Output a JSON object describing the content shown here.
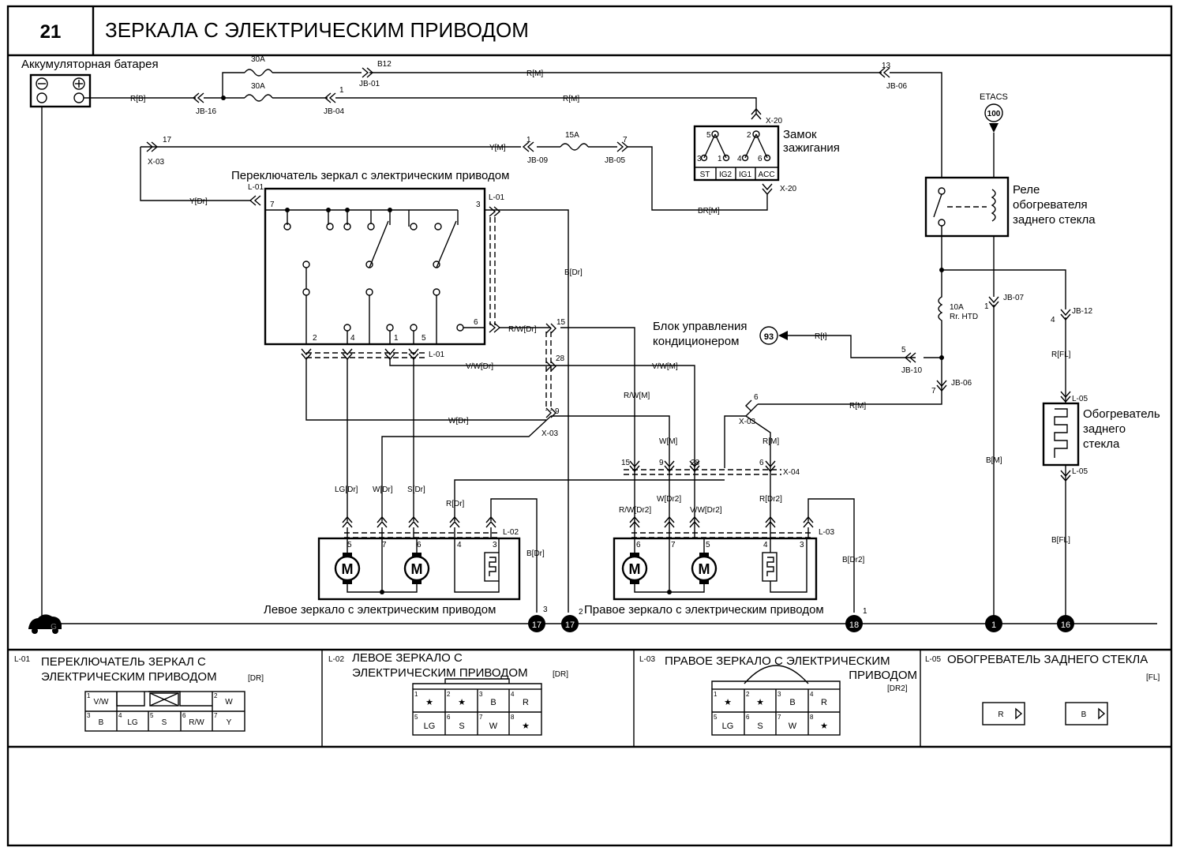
{
  "header": {
    "number": "21",
    "title": "ЗЕРКАЛА С ЭЛЕКТРИЧЕСКИМ ПРИВОДОМ"
  },
  "labels": {
    "battery": "Аккумуляторная батарея",
    "ignition_1": "Замок",
    "ignition_2": "зажигания",
    "mirror_switch": "Переключатель зеркал с электрическим приводом",
    "relay_1": "Реле",
    "relay_2": "обогревателя",
    "relay_3": "заднего стекла",
    "ac_1": "Блок управления",
    "ac_2": "кондиционером",
    "heater_1": "Обогреватель",
    "heater_2": "заднего",
    "heater_3": "стекла",
    "left_mirror": "Левое зеркало с электрическим приводом",
    "right_mirror": "Правое зеркало с электрическим приводом",
    "etacs": "ETACS",
    "motor": "M"
  },
  "fuses": {
    "f1": "30A",
    "f2": "30A",
    "f3": "15A",
    "f4_a": "10A",
    "f4_b": "Rr. HTD"
  },
  "ignition_terms": [
    "ST",
    "IG2",
    "IG1",
    "ACC"
  ],
  "ignition_pins": [
    "5",
    "2",
    "3",
    "1",
    "4",
    "6"
  ],
  "wires": {
    "rb": "R[B]",
    "rm1": "R[M]",
    "rm2": "R[M]",
    "rm3": "R[M]",
    "rm4": "R[M]",
    "ym": "Y[M]",
    "ydr": "Y[Dr]",
    "brm": "BR[M]",
    "bdr1": "B[Dr]",
    "rwdr": "R/W[Dr]",
    "vwdr": "V/W[Dr]",
    "vwm": "V/W[M]",
    "wdr": "W[Dr]",
    "rwm": "R/W[M]",
    "wm": "W[M]",
    "ri": "R[I]",
    "lgdr": "LG[Dr]",
    "wdr2": "W[Dr]",
    "sdr": "S[Dr]",
    "rdr": "R[Dr]",
    "bdr2": "B[Dr]",
    "rwdr2": "R/W[Dr2]",
    "wdr2b": "W[Dr2]",
    "vwdr2": "V/W[Dr2]",
    "rdr2": "R[Dr2]",
    "bdr2b": "B[Dr2]",
    "rfl": "R[FL]",
    "bfl": "B[FL]",
    "bm": "B[M]"
  },
  "connectors": {
    "jb16": "JB-16",
    "jb04": "JB-04",
    "jb01": "JB-01",
    "jb06": "JB-06",
    "jb06b": "JB-06",
    "jb09": "JB-09",
    "jb05": "JB-05",
    "jb07": "JB-07",
    "jb12": "JB-12",
    "jb10": "JB-10",
    "x20a": "X-20",
    "x20b": "X-20",
    "x03a": "X-03",
    "x03b": "X-03",
    "x03c": "X-03",
    "x04": "X-04",
    "l01a": "L-01",
    "l01b": "L-01",
    "l01c": "L-01",
    "l02": "L-02",
    "l03": "L-03",
    "l05a": "L-05",
    "l05b": "L-05",
    "b12": "B12"
  },
  "pins": {
    "p1": "1",
    "p13": "13",
    "p17": "17",
    "p1b": "1",
    "p7": "7",
    "p7b": "7",
    "p3": "3",
    "p6": "6",
    "p2": "2",
    "p4": "4",
    "p1c": "1",
    "p5": "5",
    "p15": "15",
    "p28": "28",
    "p9": "9",
    "p15b": "15",
    "p9b": "9",
    "p28b": "28",
    "p6b": "6",
    "p6c": "6",
    "l5": "5",
    "l7": "7",
    "l6": "6",
    "l4": "4",
    "l3": "3",
    "r6": "6",
    "r7": "7",
    "r5": "5",
    "r4": "4",
    "r3": "3",
    "g3": "3",
    "g2": "2",
    "g1": "1",
    "jb07p": "1",
    "jb12p": "4",
    "jb10p": "5",
    "jb06p": "7"
  },
  "grounds": {
    "g": "G",
    "g17a": "17",
    "g17b": "17",
    "g18": "18",
    "g1": "1",
    "g16": "16"
  },
  "badges": {
    "etacs_num": "100",
    "ac_num": "93"
  },
  "legend": {
    "l01_code": "L-01",
    "l01_title_1": "ПЕРЕКЛЮЧАТЕЛЬ ЗЕРКАЛ С",
    "l01_title_2": "ЭЛЕКТРИЧЕСКИМ ПРИВОДОМ",
    "l01_tag": "[DR]",
    "l02_code": "L-02",
    "l02_title_1": "ЛЕВОЕ ЗЕРКАЛО С",
    "l02_title_2": "ЭЛЕКТРИЧЕСКИМ ПРИВОДОМ",
    "l02_tag": "[DR]",
    "l03_code": "L-03",
    "l03_title_1": "ПРАВОЕ ЗЕРКАЛО С ЭЛЕКТРИЧЕСКИМ",
    "l03_title_2": "ПРИВОДОМ",
    "l03_tag": "[DR2]",
    "l05_code": "L-05",
    "l05_title": "ОБОГРЕВАТЕЛЬ ЗАДНЕГО СТЕКЛА",
    "l05_tag": "[FL]",
    "l01_top": [
      {
        "n": "1",
        "v": "V/W"
      },
      {
        "n": "2",
        "v": "W"
      }
    ],
    "l01_bot": [
      {
        "n": "3",
        "v": "B"
      },
      {
        "n": "4",
        "v": "LG"
      },
      {
        "n": "5",
        "v": "S"
      },
      {
        "n": "6",
        "v": "R/W"
      },
      {
        "n": "7",
        "v": "Y"
      }
    ],
    "l02_top": [
      {
        "n": "1",
        "v": "★"
      },
      {
        "n": "2",
        "v": "★"
      },
      {
        "n": "3",
        "v": "B"
      },
      {
        "n": "4",
        "v": "R"
      }
    ],
    "l02_bot": [
      {
        "n": "5",
        "v": "LG"
      },
      {
        "n": "6",
        "v": "S"
      },
      {
        "n": "7",
        "v": "W"
      },
      {
        "n": "8",
        "v": "★"
      }
    ],
    "l03_top": [
      {
        "n": "1",
        "v": "★"
      },
      {
        "n": "2",
        "v": "★"
      },
      {
        "n": "3",
        "v": "B"
      },
      {
        "n": "4",
        "v": "R"
      }
    ],
    "l03_bot": [
      {
        "n": "5",
        "v": "LG"
      },
      {
        "n": "6",
        "v": "S"
      },
      {
        "n": "7",
        "v": "W"
      },
      {
        "n": "8",
        "v": "★"
      }
    ],
    "l05_a": "R",
    "l05_b": "B"
  }
}
